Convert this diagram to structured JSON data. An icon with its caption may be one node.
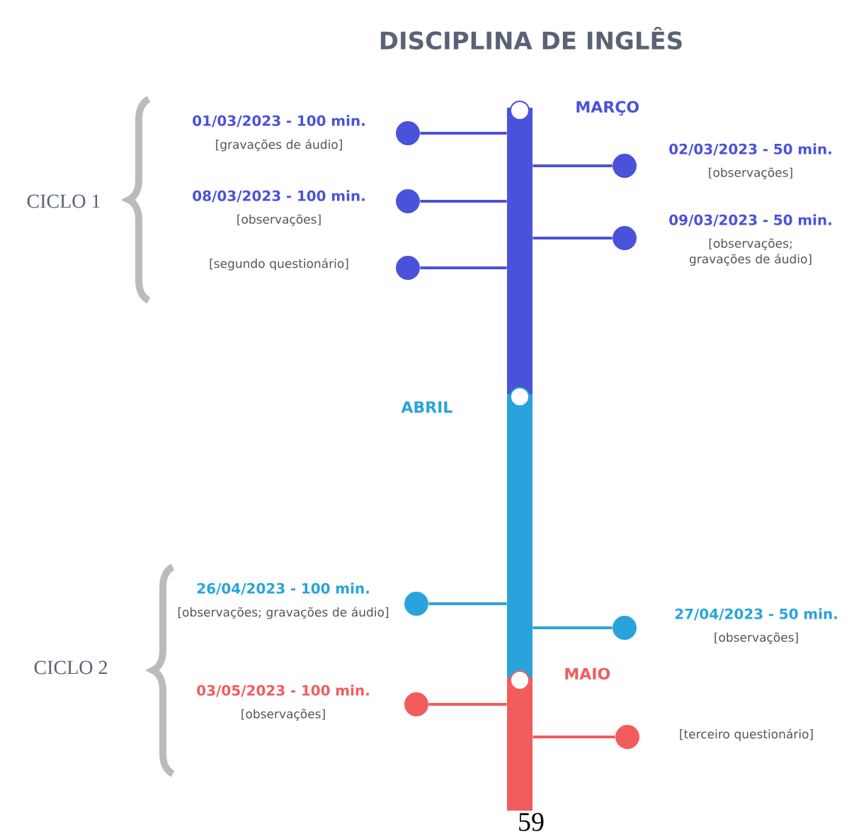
{
  "diagram": {
    "title": "DISCIPLINA DE INGLÊS",
    "nodes": [
      {
        "text": [],
        "shape": "bar",
        "beside": [
          "MARÇO"
        ]
      },
      {
        "text": [],
        "shape": "bar",
        "beside": [
          "ABRIL"
        ]
      },
      {
        "text": [],
        "shape": "bar",
        "beside": [
          "MAIO"
        ]
      },
      {
        "text": [],
        "shape": "circle",
        "beside": [
          "01/03/2023 - 100 min.",
          "[gravações de áudio]"
        ]
      },
      {
        "text": [],
        "shape": "circle",
        "beside": [
          "02/03/2023 - 50 min.",
          "[observações]"
        ]
      },
      {
        "text": [],
        "shape": "circle",
        "beside": [
          "08/03/2023 - 100 min.",
          "[observações]"
        ]
      },
      {
        "text": [],
        "shape": "circle",
        "beside": [
          "09/03/2023 - 50 min.",
          "[observações; gravações de áudio]"
        ]
      },
      {
        "text": [],
        "shape": "circle",
        "beside": [
          "[segundo questionário]"
        ]
      },
      {
        "text": [],
        "shape": "circle",
        "beside": [
          "26/04/2023 - 100 min.",
          "[observações; gravações de áudio]"
        ]
      },
      {
        "text": [],
        "shape": "circle",
        "beside": [
          "27/04/2023 - 50 min.",
          "[observações]"
        ]
      },
      {
        "text": [],
        "shape": "circle",
        "beside": [
          "03/05/2023 - 100 min.",
          "[observações]"
        ]
      },
      {
        "text": [],
        "shape": "circle",
        "beside": [
          "[terceiro questionário]"
        ]
      }
    ],
    "edges": [
      {
        "from": 0,
        "to": 3,
        "arrow": "none"
      },
      {
        "from": 0,
        "to": 4,
        "arrow": "none"
      },
      {
        "from": 0,
        "to": 5,
        "arrow": "none"
      },
      {
        "from": 0,
        "to": 6,
        "arrow": "none"
      },
      {
        "from": 0,
        "to": 7,
        "arrow": "none"
      },
      {
        "from": 1,
        "to": 8,
        "arrow": "none",
        "color": "#29a3dc"
      },
      {
        "from": 1,
        "to": 9,
        "arrow": "none",
        "color": "#29a3dc"
      },
      {
        "from": 2,
        "to": 10,
        "arrow": "none",
        "color": "#f25c5c"
      },
      {
        "from": 2,
        "to": 11,
        "arrow": "none",
        "color": "#f25c5c"
      }
    ],
    "labels": [
      "CICLO 1",
      "CICLO 2",
      "59"
    ]
  }
}
